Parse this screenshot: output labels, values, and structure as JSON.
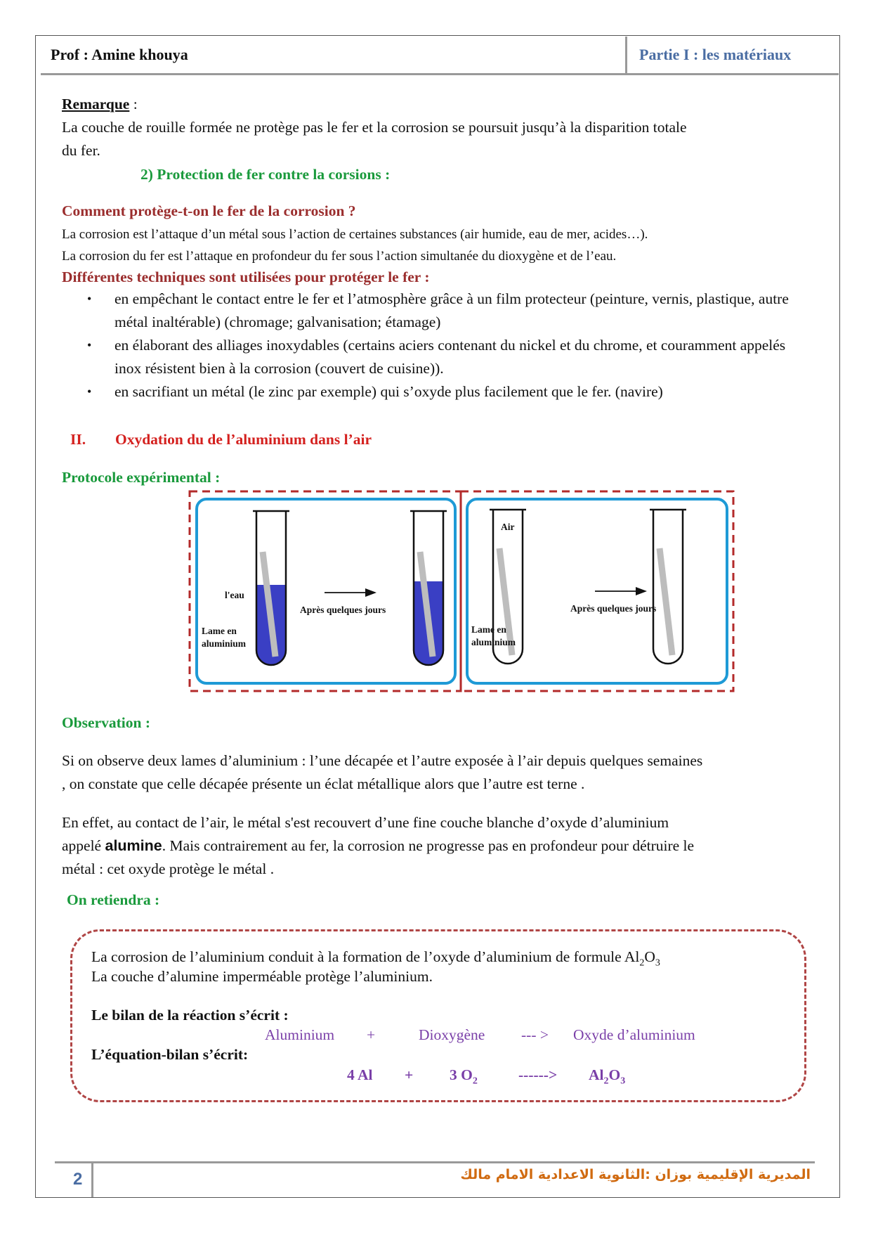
{
  "header": {
    "prof": "Prof : Amine khouya",
    "partie": "Partie I : les matériaux"
  },
  "remarque": {
    "title": "Remarque",
    "colon": " :",
    "line1": "La couche de rouille formée ne protège pas le fer et la corrosion se poursuit jusqu’à la disparition totale",
    "line2": "du fer."
  },
  "section2": {
    "title": "2)  Protection  de fer contre la corsions :",
    "question": "Comment protège-t-on le fer de la corrosion ?",
    "def1": "La corrosion est l’attaque d’un métal sous l’action de certaines substances (air humide, eau de mer, acides…).",
    "def2": "La corrosion du fer est l’attaque en profondeur du fer sous l’action simultanée du dioxygène et de l’eau.",
    "techniques_title": "Différentes techniques sont utilisées pour protéger le fer :",
    "bullets": [
      "en empêchant le contact entre le fer et l’atmosphère grâce à un film protecteur (peinture, vernis, plastique, autre métal inaltérable) (chromage; galvanisation; étamage)",
      "en élaborant des alliages inoxydables (certains aciers contenant du nickel et du chrome, et couramment appelés inox résistent bien à la corrosion (couvert de cuisine)).",
      "en sacrifiant un métal (le zinc par exemple) qui s’oxyde plus facilement que le fer. (navire)"
    ]
  },
  "sectionII": {
    "numeral": "II.",
    "title": "Oxydation du de l’aluminium  dans l’air"
  },
  "protocole": {
    "title": "Protocole expérimental :",
    "left": {
      "label_water": "l'eau",
      "label_plate_1": "Lame en",
      "label_plate_2": "aluminium",
      "arrow_label": "Après quelques jours"
    },
    "right": {
      "label_air": "Air",
      "label_plate_1": "Lame en",
      "label_plate_2": "aluminium",
      "arrow_label": "Après quelques jours"
    },
    "colors": {
      "frame": "#b32a2a",
      "box": "#1e9ad6",
      "water": "#3a3fc4",
      "plate": "#bdbdbd"
    }
  },
  "observation": {
    "title": "Observation :",
    "p1_line1": "Si on observe deux lames d’aluminium : l’une décapée et l’autre exposée à l’air depuis quelques semaines",
    "p1_line2": ", on constate que celle décapée présente un éclat métallique alors que l’autre est terne .",
    "p2_line1": "En effet, au contact de l’air, le métal s'est recouvert d’une fine couche blanche d’oxyde d’aluminium",
    "p2_line2_pre": "appelé ",
    "p2_line2_bold": "alumine",
    "p2_line2_post": ". Mais contrairement au fer, la corrosion ne progresse pas en profondeur pour détruire le",
    "p2_line3": "métal : cet oxyde  protège le métal ."
  },
  "retenir": {
    "title": "On retiendra :",
    "line1_pre": "La corrosion de l’aluminium conduit à la formation de l’oxyde d’aluminium de formule Al",
    "line1_sub1": "2",
    "line1_mid": "O",
    "line1_sub2": "3",
    "line2": "La couche d’alumine imperméable protège l’aluminium.",
    "bilan_label": "Le bilan de la réaction s’écrit :",
    "bilan": {
      "reactant1": "Aluminium",
      "plus": "+",
      "reactant2": "Dioxygène",
      "arrow": "--- >",
      "product": "Oxyde d’aluminium"
    },
    "equation_label": "L’équation-bilan s’écrit:",
    "equation": {
      "r1": "4 Al",
      "plus": "+",
      "r2_coef": "3  O",
      "r2_sub": "2",
      "arrow": "------>",
      "p_pre": "Al",
      "p_sub1": "2",
      "p_mid": "O",
      "p_sub2": "3"
    }
  },
  "footer": {
    "page": "2",
    "school": "المديرية الإقليمية بوزان :الثانوية الاعدادية الامام مالك"
  }
}
